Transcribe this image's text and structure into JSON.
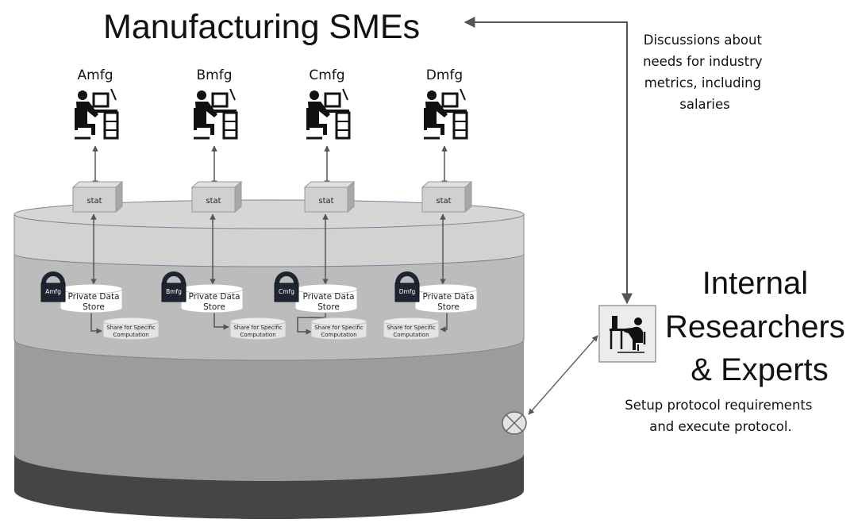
{
  "title": "Manufacturing SMEs",
  "discussion_note": [
    "Discussions about",
    "needs for industry",
    "metrics, including",
    "salaries"
  ],
  "researchers": {
    "title_lines": [
      "Internal",
      "Researchers",
      "& Experts"
    ],
    "note_lines": [
      "Setup protocol requirements",
      "and execute protocol."
    ],
    "icon": "person-at-computer-icon"
  },
  "combiner_icon": "circle-x-icon",
  "colors": {
    "layer_top": "#d2d2d2",
    "layer_middle": "#bcbcbc",
    "layer_lower": "#9c9c9c",
    "layer_base": "#454545",
    "lock": "#1f2530",
    "arrow": "#555555"
  },
  "sites": [
    {
      "name": "Amfg",
      "stat": "stat",
      "lock_label": "Amfg",
      "store": [
        "Private Data",
        "Store"
      ],
      "share": [
        "Share for Specific",
        "Computation"
      ]
    },
    {
      "name": "Bmfg",
      "stat": "stat",
      "lock_label": "Bmfg",
      "store": [
        "Private Data",
        "Store"
      ],
      "share": [
        "Share for Specific",
        "Computation"
      ]
    },
    {
      "name": "Cmfg",
      "stat": "stat",
      "lock_label": "Cmfg",
      "store": [
        "Private Data",
        "Store"
      ],
      "share": [
        "Share for Specific",
        "Computation"
      ]
    },
    {
      "name": "Dmfg",
      "stat": "stat",
      "lock_label": "Dmfg",
      "store": [
        "Private Data",
        "Store"
      ],
      "share": [
        "Share for Specific",
        "Computation"
      ]
    }
  ]
}
